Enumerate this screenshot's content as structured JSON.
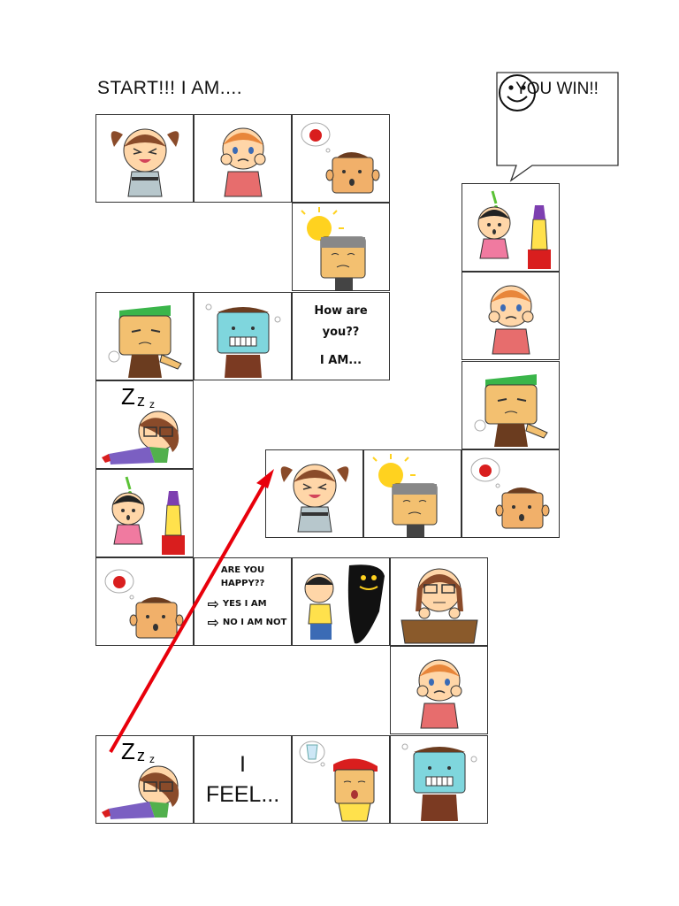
{
  "board": {
    "start_label": "START!!! I AM....",
    "win_label": "YOU WIN!!",
    "smiley_icon": "smiley-face-icon",
    "how_cell": {
      "line1": "How are",
      "line2": "you??",
      "line3": "I AM..."
    },
    "feel_cell": {
      "line1": "I",
      "line2": "FEEL..."
    },
    "happy_cell": {
      "question1": "ARE YOU",
      "question2": "HAPPY??",
      "yes": "YES I AM",
      "no": "NO I AM NOT"
    },
    "arrow_color": "#e8000b"
  },
  "squares": [
    {
      "row": "r1",
      "icon": "laughing-girl-icon"
    },
    {
      "row": "r1",
      "icon": "sad-girl-icon"
    },
    {
      "row": "r1",
      "icon": "hungry-boy-icon"
    },
    {
      "row": "r2",
      "icon": "hot-sweating-boy-icon"
    },
    {
      "row": "r3",
      "icon": "sick-boy-icon"
    },
    {
      "row": "r3",
      "icon": "cold-shivering-boy-icon"
    },
    {
      "row": "r4",
      "icon": "sleepy-girl-icon"
    },
    {
      "row": "r5",
      "icon": "surprised-girl-icon"
    },
    {
      "row": "r6",
      "icon": "hungry-boy-icon"
    },
    {
      "row": "r6",
      "icon": "scared-boy-icon"
    },
    {
      "row": "r6",
      "icon": "bored-girl-icon"
    },
    {
      "row": "r7",
      "icon": "sad-girl-icon"
    },
    {
      "row": "r8",
      "icon": "sleepy-girl-icon"
    },
    {
      "row": "r8",
      "icon": "thirsty-boy-icon"
    },
    {
      "row": "r8",
      "icon": "cold-shivering-boy-icon"
    },
    {
      "row": "mid",
      "icon": "laughing-girl-icon"
    },
    {
      "row": "mid",
      "icon": "hot-sweating-boy-icon"
    },
    {
      "row": "mid",
      "icon": "hungry-boy-icon"
    },
    {
      "row": "right",
      "icon": "surprised-girl-icon"
    },
    {
      "row": "right",
      "icon": "sad-girl-icon"
    },
    {
      "row": "right",
      "icon": "sick-boy-icon"
    }
  ]
}
